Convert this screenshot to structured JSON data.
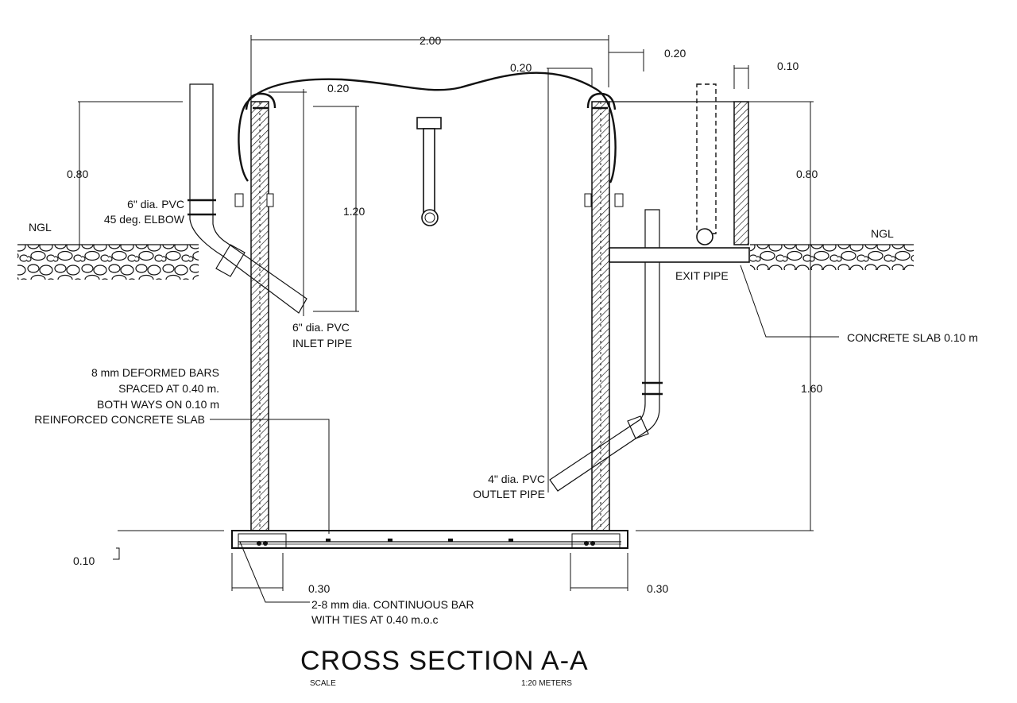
{
  "drawing": {
    "title": "CROSS SECTION A-A",
    "scale_label": "SCALE",
    "scale_value": "1:20 METERS"
  },
  "dimensions": {
    "overall_width": "2.00",
    "wall_thickness_top_left": "0.20",
    "wall_thickness_top_mid": "0.20",
    "wall_thickness_top_right": "0.20",
    "exit_wall_thickness": "0.10",
    "left_height_above_ngl": "0.80",
    "right_height_above_ngl": "0.80",
    "inlet_depth": "1.20",
    "tank_depth": "1.60",
    "base_slab_thickness": "0.10",
    "footing_left": "0.30",
    "footing_right": "0.30"
  },
  "labels": {
    "ngl_left": "NGL",
    "ngl_right": "NGL",
    "elbow_line1": "6\" dia. PVC",
    "elbow_line2": "45 deg. ELBOW",
    "inlet_line1": "6\" dia. PVC",
    "inlet_line2": "INLET PIPE",
    "bars_line1": "8 mm DEFORMED BARS",
    "bars_line2": "SPACED AT 0.40 m.",
    "bars_line3": "BOTH WAYS ON 0.10 m",
    "bars_line4": "REINFORCED CONCRETE SLAB",
    "exit_pipe": "EXIT PIPE",
    "concrete_slab": "CONCRETE SLAB 0.10 m",
    "outlet_line1": "4\" dia. PVC",
    "outlet_line2": "OUTLET PIPE",
    "continuous_bar_line1": "2-8 mm dia. CONTINUOUS BAR",
    "continuous_bar_line2": "WITH TIES AT 0.40 m.o.c"
  },
  "colors": {
    "ink": "#111111",
    "paper": "#ffffff"
  }
}
